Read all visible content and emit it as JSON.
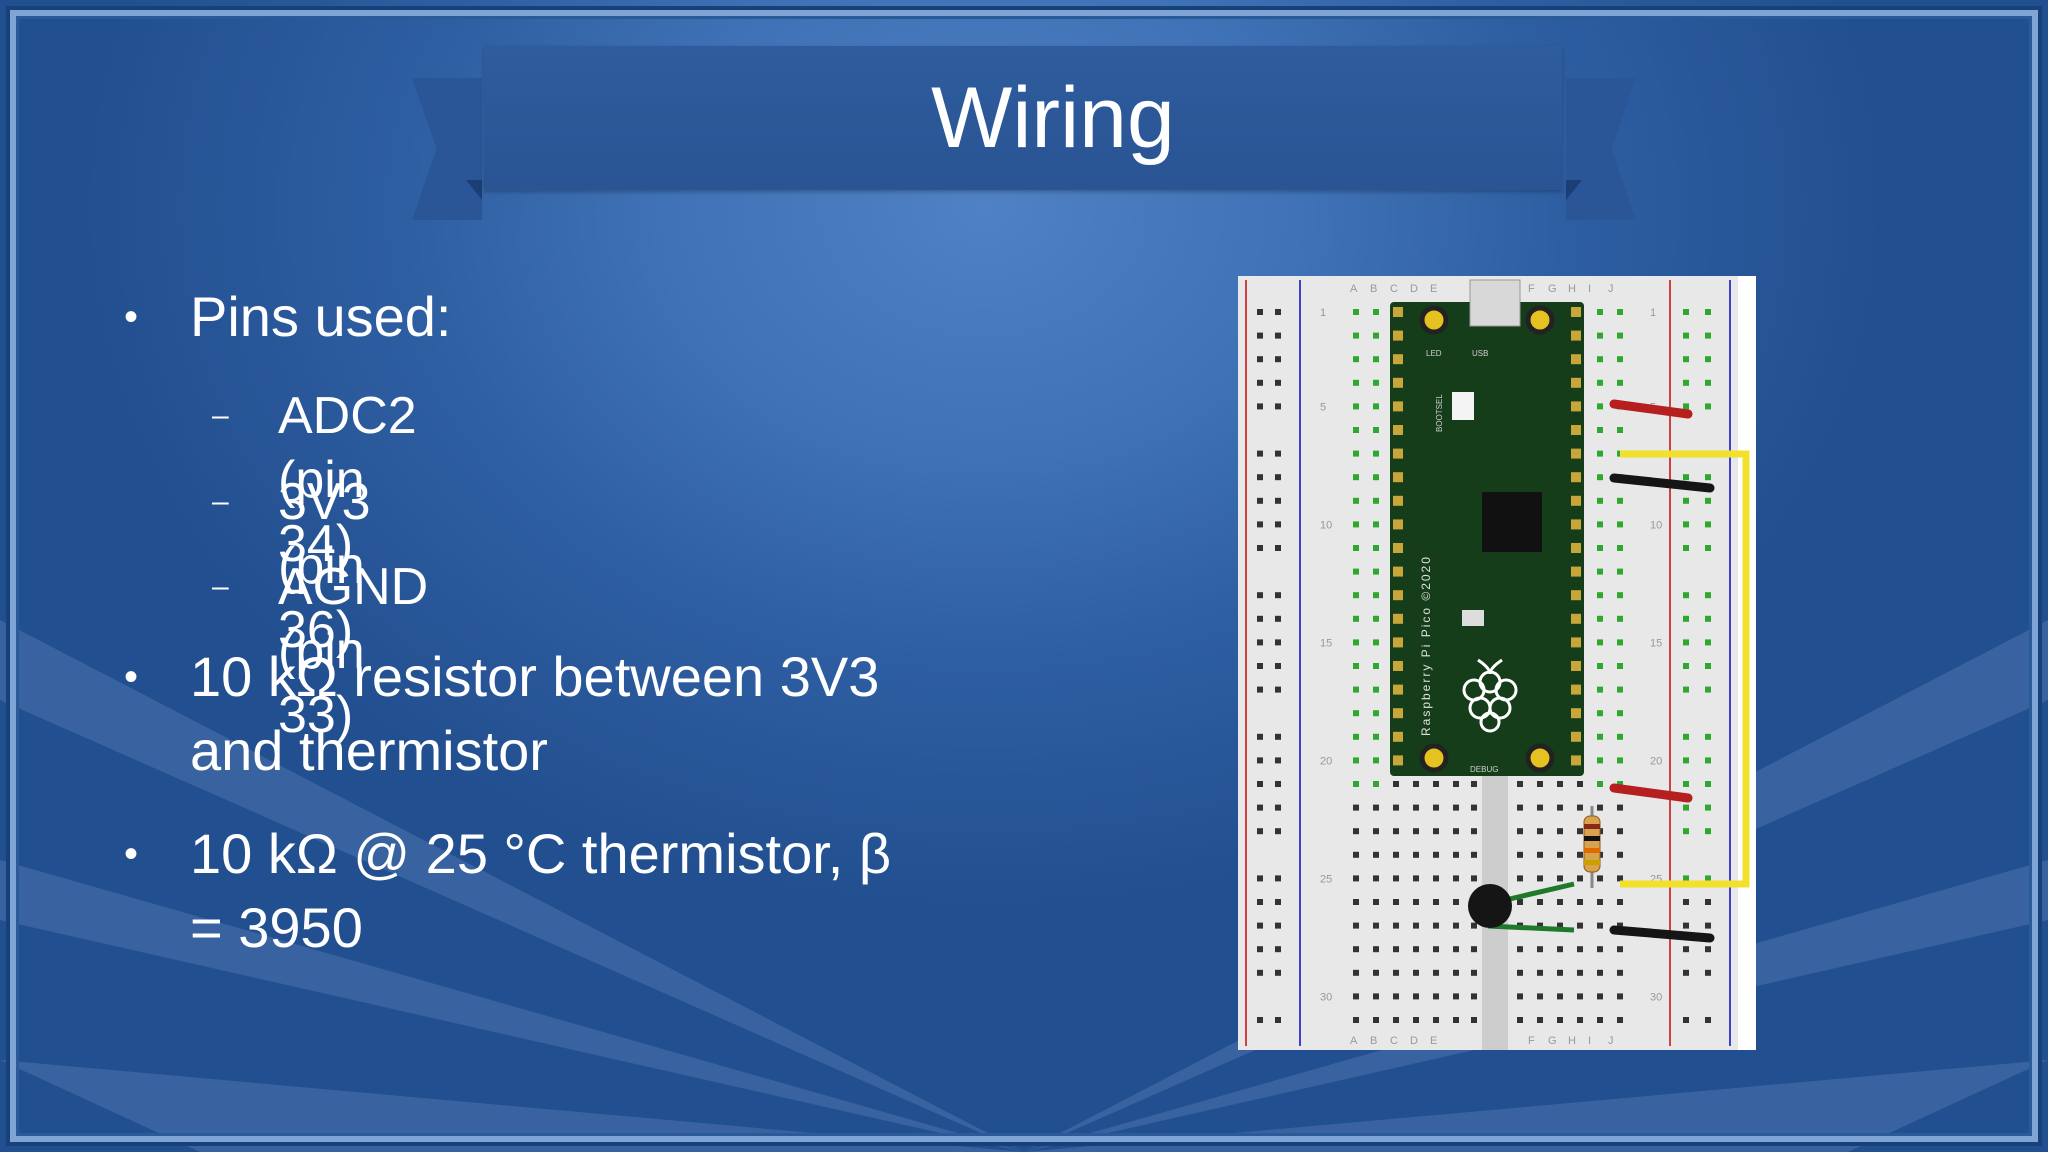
{
  "slide": {
    "title": "Wiring",
    "bullets": [
      {
        "text": "Pins used:",
        "sub": [
          "ADC2 (pin 34)",
          "3V3 (pin 36)",
          "AGND (pin 33)"
        ]
      },
      {
        "text_lines": [
          "10 kΩ resistor between 3V3",
          "and thermistor"
        ]
      },
      {
        "text_lines": [
          "10 kΩ @ 25 °C thermistor, β",
          "= 3950"
        ]
      }
    ],
    "bullet_glyph": "•",
    "dash_glyph": "–"
  },
  "breadboard": {
    "column_labels_left": [
      "A",
      "B",
      "C",
      "D",
      "E"
    ],
    "column_labels_right": [
      "F",
      "G",
      "H",
      "I",
      "J"
    ],
    "row_labels": [
      "1",
      "5",
      "10",
      "15",
      "20",
      "25",
      "30"
    ],
    "board_text": "Raspberry Pi Pico ©2020",
    "board_pin_labels": [
      "LED",
      "USB",
      "BOOTSEL",
      "DEBUG"
    ],
    "colors": {
      "board": "#163d1a",
      "rail_red": "#d04040",
      "rail_blue": "#4040c8",
      "wire_red": "#b51f1f",
      "wire_black": "#151515",
      "wire_yellow": "#f2e02a",
      "hole": "#333333",
      "hole_active": "#2fa82f"
    }
  }
}
